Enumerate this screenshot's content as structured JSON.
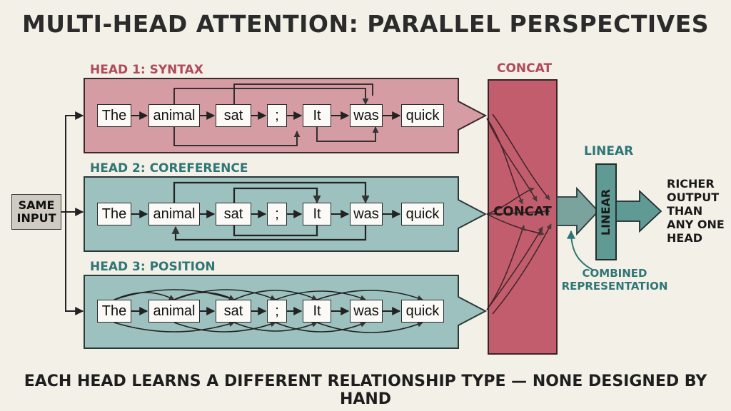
{
  "title": "MULTI-HEAD ATTENTION: PARALLEL PERSPECTIVES",
  "footer": "EACH HEAD LEARNS A DIFFERENT RELATIONSHIP TYPE — NONE DESIGNED BY HAND",
  "input_label": [
    "SAME",
    "INPUT"
  ],
  "tokens": [
    "The",
    "animal",
    "sat",
    ";",
    "It",
    "was",
    "quick"
  ],
  "heads": [
    {
      "label": "HEAD 1: SYNTAX",
      "color": "#d59ca4",
      "label_color": "#b04a5a"
    },
    {
      "label": "HEAD 2: COREFERENCE",
      "color": "#9cc1be",
      "label_color": "#2f7676"
    },
    {
      "label": "HEAD 3: POSITION",
      "color": "#9cc1be",
      "label_color": "#2f7676"
    }
  ],
  "concat": {
    "label_top": "CONCAT",
    "label_inside": "CONCAT",
    "color": "#c25d6d"
  },
  "linear": {
    "label_top": "LINEAR",
    "label_inside": "LINEAR",
    "color": "#5f9a94"
  },
  "output": [
    "RICHER",
    "OUTPUT",
    "THAN",
    "ANY ONE",
    "HEAD"
  ],
  "combined": [
    "COMBINED",
    "REPRESENTATION"
  ]
}
